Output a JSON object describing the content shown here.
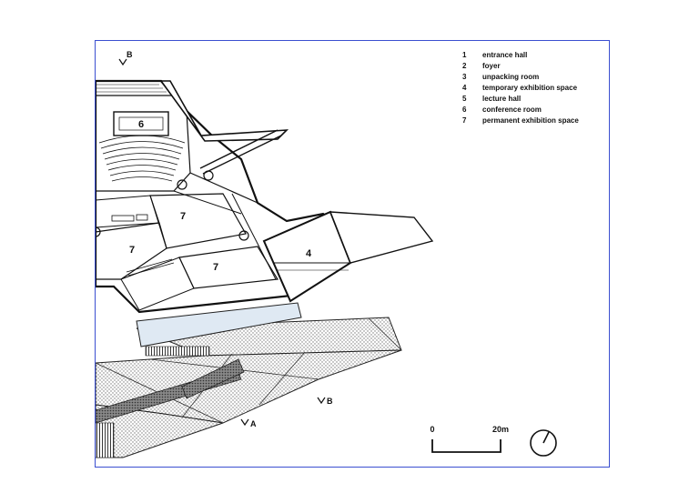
{
  "legend": [
    {
      "num": "1",
      "label": "entrance hall"
    },
    {
      "num": "2",
      "label": "foyer"
    },
    {
      "num": "3",
      "label": "unpacking room"
    },
    {
      "num": "4",
      "label": "temporary exhibition space"
    },
    {
      "num": "5",
      "label": "lecture hall"
    },
    {
      "num": "6",
      "label": "conference room"
    },
    {
      "num": "7",
      "label": "permanent exhibition space"
    }
  ],
  "rooms": {
    "r6": "6",
    "r7a": "7",
    "r7b": "7",
    "r7c": "7",
    "r4": "4"
  },
  "section_marks": {
    "b_top": "B",
    "b_bottom": "B",
    "a_bottom": "A"
  },
  "scale": {
    "start": "0",
    "end": "20m"
  },
  "colors": {
    "frame": "#3b4fd0",
    "ink": "#111111",
    "glazing": "#dfe9f3"
  },
  "icons": {
    "north": "north-arrow-icon"
  }
}
